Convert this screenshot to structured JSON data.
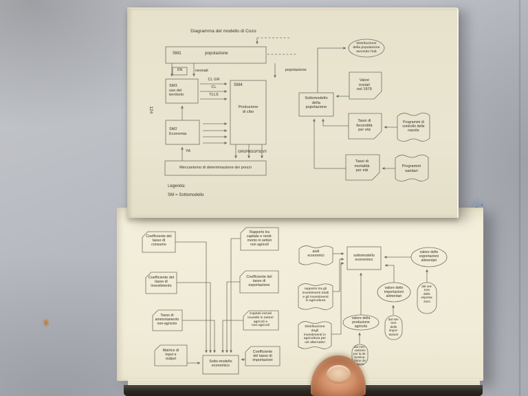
{
  "top_page": {
    "title": "Diagramma del modello di Cozo",
    "page_number": "124",
    "flow": {
      "sm1_code": "SM1",
      "sm1_label": "popolazione",
      "dn": "DN",
      "neonati": "neonati",
      "popolazione": "popolazione",
      "sm3": "SM3\nuso del\nterritorio",
      "arrow_cl_gr": "CL GR",
      "arrow_cl": "CL",
      "arrow_tlls": "TLLS",
      "sm4_code": "SM4",
      "sm4_label": "Produzione\ndi cibo",
      "sm2": "SM2\nEconomia",
      "ya": "YA",
      "gr_codes": "GRGPNGGPSLVV",
      "prezzi": "Meccanismo di determinazione dei prezzi"
    },
    "legend": {
      "title": "Legenda:",
      "entry": "SM = Sottomodello"
    },
    "population": {
      "distribuzione": "Distribuzione\ndella popolazione\nsecondo l'età",
      "valori": "Valori\niniziali\nnel 1979",
      "sottomodello": "Sottomodello\ndella\npopolazione",
      "fecondita": "Tassi di\nfecondità\nper età",
      "nascite": "Programmi di\ncontrollo delle\nnascite",
      "mortalita": "Tassi di\nmortalità\nper età",
      "sanitari": "Programmi\nsanitari"
    }
  },
  "bottom_page": {
    "economic_inputs": {
      "consumo": "Coefficiente del\ntasso di\nconsumo",
      "investimento": "Coefficiente del\ntasso di\ninvestimento",
      "ammortamento": "Tasso di\nammortamento\nnon-agricolo",
      "matrice": "Matrice di\ninput e\noutput",
      "rapporto_capitale": "Rapporto tra\ncapitale e rendi-\nmento in settori\nnon agricoli",
      "esportazione": "Coefficiente del\ntasso di\nesportazione",
      "capitali": "Capitali iniziali\ninvestiti in settori\nagricoli e\nnon-agricoli",
      "importazioni": "Coefficiente\ndel tasso di\nimportazioni",
      "sottomodello": "Sotto-modello\neconomico"
    },
    "economic_flow": {
      "aiuti": "aiuti\neconomici",
      "sottomodello": "sottomodello\neconomico",
      "esportazioni_alimentari": "valore delle\nesportazioni\nalimentari",
      "rapporto_investimenti": "rapporto tra gli\ninvestimenti totali\ne gli investimenti\nin agricoltura",
      "importazioni_alimentari": "valore delle\nimportazioni\nalimentari",
      "settore_esportazioni": "dal set-\ntore\ndelle\nesporta-\nzioni",
      "distribuzione_investimenti": "Distribuzione\ndegli\ninvestimenti in\nagricoltura per\nusi alternativi",
      "produzione_agricola": "valore della\nproduzione\nagricola",
      "settore_importazioni": "dal set-\ntore\ndelle\nimpor-\ntazioni",
      "meccanismo_prezzi": "dal mec-\ncanismo\nper la de-\ntermina-\nzione dei\nprezzi"
    }
  },
  "colors": {
    "surface": "#b7bac0",
    "top_page": "#e9e4ce",
    "bottom_page": "#f2eeda",
    "ink": "#6f6e65",
    "text": "#4f4e45",
    "skin": "#d2906a"
  }
}
